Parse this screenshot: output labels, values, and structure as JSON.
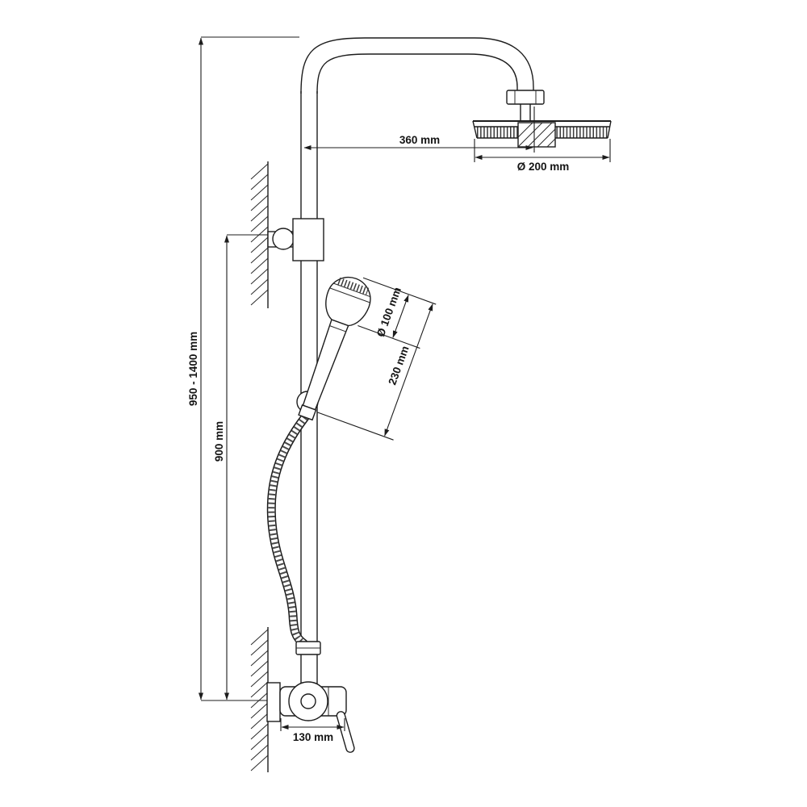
{
  "diagram": {
    "labels": {
      "arm_reach": "360 mm",
      "head_diameter": "Ø 200 mm",
      "hand_shower_diameter": "Ø 100 mm",
      "hand_shower_length": "230 mm",
      "overall_height_range": "950 - 1400 mm",
      "riser_height": "900 mm",
      "mixer_width": "130 mm"
    }
  }
}
